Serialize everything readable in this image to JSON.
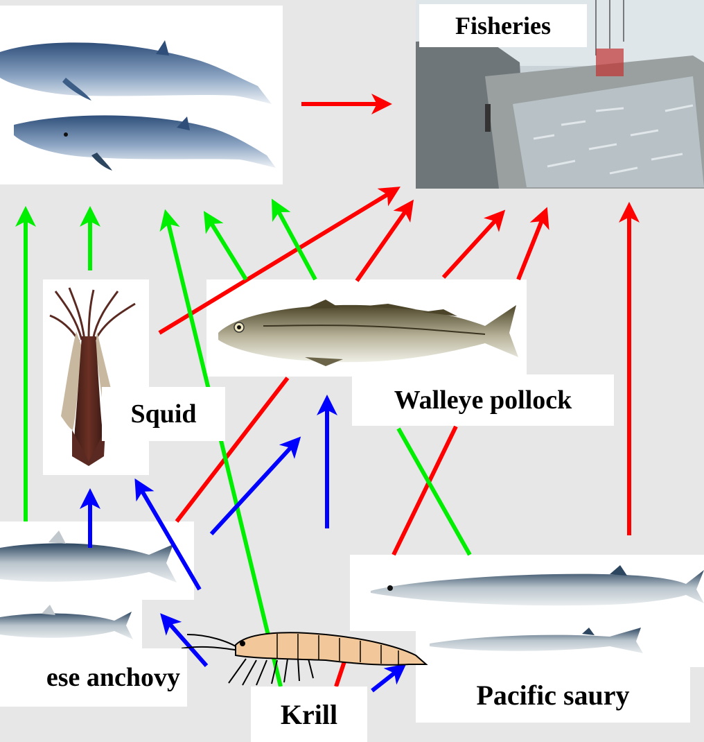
{
  "labels": {
    "fisheries": "Fisheries",
    "squid": "Squid",
    "walleye_pollock": "Walleye pollock",
    "japanese_anchovy": "ese anchovy",
    "pacific_saury": "Pacific saury",
    "krill": "Krill"
  },
  "colors": {
    "background": "#e7e7e7",
    "to_fisheries": "#ff0000",
    "to_whales": "#00ee00",
    "prey_link": "#0000ff"
  },
  "icons": [
    "whale-icon",
    "fishing-boat-icon",
    "squid-icon",
    "pollock-fish-icon",
    "anchovy-fish-icon",
    "saury-fish-icon",
    "krill-icon"
  ]
}
